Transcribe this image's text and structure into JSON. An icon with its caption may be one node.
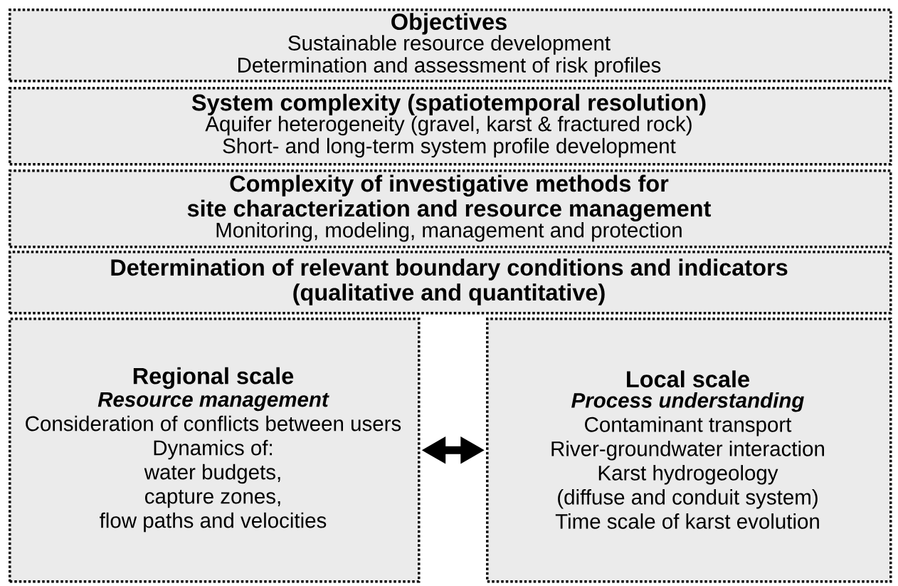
{
  "diagram": {
    "nodes": [
      {
        "text": [
          "Objectives",
          "Sustainable resource development",
          "Determination and assessment of risk profiles"
        ]
      },
      {
        "text": [
          "System complexity (spatiotemporal resolution)",
          "Aquifer heterogeneity (gravel, karst & fractured rock)",
          "Short- and long-term system profile development"
        ]
      },
      {
        "text": [
          "Complexity of investigative methods for site characterization and resource management",
          "Monitoring, modeling, management and protection"
        ]
      },
      {
        "text": [
          "Determination of relevant boundary conditions and indicators (qualitative and quantitative)"
        ]
      },
      {
        "text": [
          "Regional scale",
          "Resource management",
          "Consideration of conflicts between users",
          "Dynamics of:",
          "water budgets,",
          "capture zones,",
          "flow paths and velocities"
        ]
      },
      {
        "text": [
          "Local scale",
          "Process understanding",
          "Contaminant transport",
          "River-groundwater interaction",
          "Karst hydrogeology",
          "(diffuse and conduit system)",
          "Time scale of karst evolution"
        ]
      }
    ],
    "edges": [
      {
        "from": 4,
        "to": 5,
        "arrow": "both"
      }
    ]
  }
}
